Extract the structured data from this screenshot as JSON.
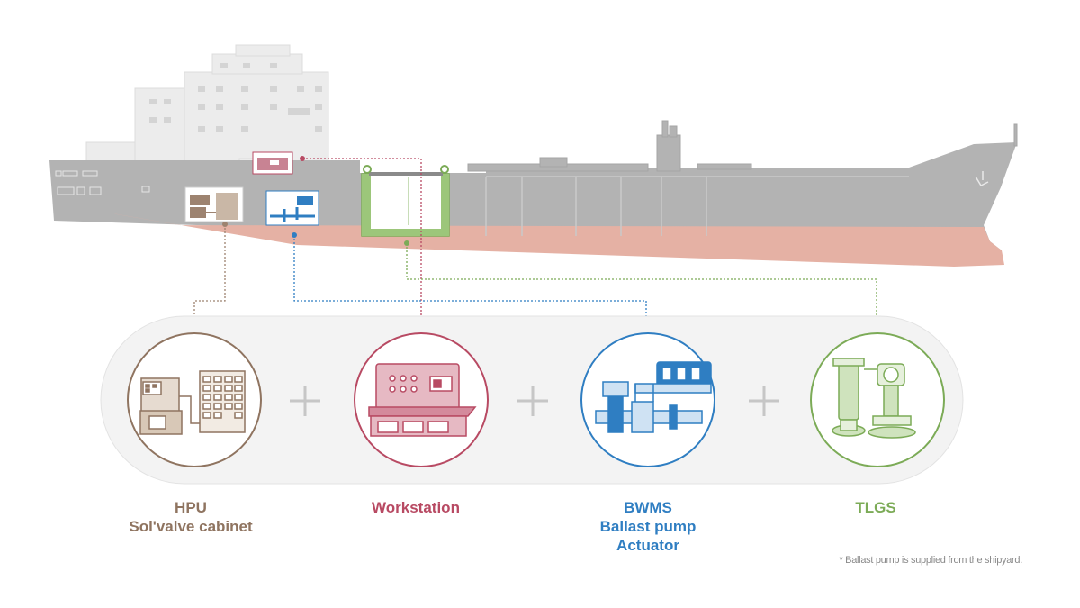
{
  "components": [
    {
      "id": "hpu",
      "lines": [
        "HPU",
        "Sol'valve cabinet"
      ],
      "color": "#8f7460"
    },
    {
      "id": "workstation",
      "lines": [
        "Workstation"
      ],
      "color": "#b84a63"
    },
    {
      "id": "bwms",
      "lines": [
        "BWMS",
        "Ballast pump",
        "Actuator"
      ],
      "color": "#2f7ec2"
    },
    {
      "id": "tlgs",
      "lines": [
        "TLGS"
      ],
      "color": "#7cab57"
    }
  ],
  "footnote": "* Ballast pump is supplied from the shipyard.",
  "colors": {
    "hull": "#b3b3b3",
    "hull_bottom": "#e5b1a4",
    "superstructure": "#ececec",
    "panel_bg": "#f3f3f3",
    "plus": "#c6c6c6"
  }
}
